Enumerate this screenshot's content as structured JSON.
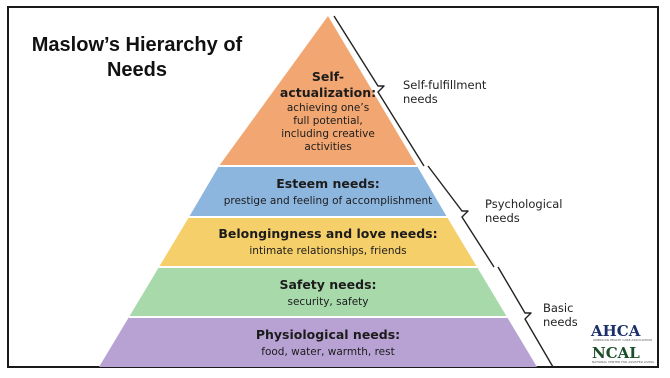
{
  "title": "Maslow’s Hierarchy of Needs",
  "levels": [
    {
      "name": "Self-",
      "name2": "actualization:",
      "desc": [
        "achieving one’s",
        "full potential,",
        "including creative",
        "activities"
      ],
      "color": "#f2a772"
    },
    {
      "name": "Esteem needs:",
      "desc": [
        "prestige and feeling of accomplishment"
      ],
      "color": "#8db6df"
    },
    {
      "name": "Belongingness and love needs:",
      "desc": [
        "intimate relationships, friends"
      ],
      "color": "#f5cf6a"
    },
    {
      "name": "Safety needs:",
      "desc": [
        "security, safety"
      ],
      "color": "#a7d9ab"
    },
    {
      "name": "Physiological needs:",
      "desc": [
        "food, water, warmth, rest"
      ],
      "color": "#b8a2d4"
    }
  ],
  "groups": [
    {
      "label": [
        "Self-fulfillment",
        "needs"
      ]
    },
    {
      "label": [
        "Psychological",
        "needs"
      ]
    },
    {
      "label": [
        "Basic",
        "needs"
      ]
    }
  ],
  "logos": {
    "ahca": "AHCA",
    "ncal": "NCAL",
    "ahca_sub": "AMERICAN HEALTH CARE ASSOCIATION",
    "ncal_sub": "NATIONAL CENTER FOR ASSISTED LIVING"
  },
  "colors": {
    "outline": "#1a1a1a",
    "brace": "#222222",
    "ahca": "#1d2f6b",
    "ncal": "#1d4e2a"
  }
}
